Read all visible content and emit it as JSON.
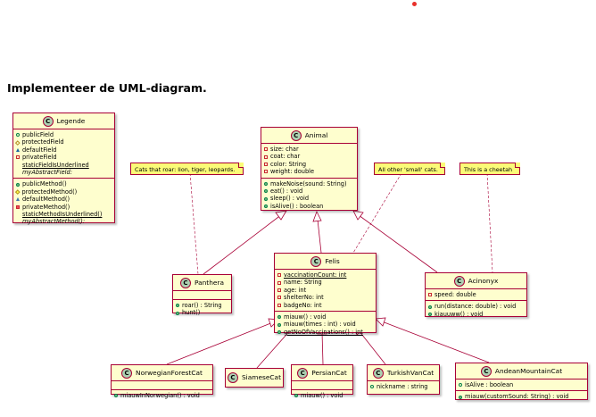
{
  "heading": "Implementeer de UML-diagram.",
  "colors": {
    "class_fill": "#fefece",
    "class_border": "#a80036",
    "note_fill": "#fbfb77",
    "badge": "#add1b2"
  },
  "badge_letter": "C",
  "classes": {
    "legende": {
      "name": "Legende",
      "fields": [
        {
          "vis": "pub",
          "text": "publicField"
        },
        {
          "vis": "prot",
          "text": "protectedField"
        },
        {
          "vis": "pkg",
          "text": "defaultField"
        },
        {
          "vis": "priv",
          "text": "privateField"
        },
        {
          "vis": "none",
          "text": "staticFieldIsUnderlined",
          "underline": true
        },
        {
          "vis": "none",
          "text": "myAbstractField:",
          "italic": true
        }
      ],
      "methods": [
        {
          "vis": "pub",
          "text": "publicMethod()"
        },
        {
          "vis": "prot",
          "text": "protectedMethod()"
        },
        {
          "vis": "pkg",
          "text": "defaultMethod()"
        },
        {
          "vis": "priv",
          "text": "privateMethod()"
        },
        {
          "vis": "none",
          "text": "staticMethodIsUnderlined()",
          "underline": true
        },
        {
          "vis": "none",
          "text": "myAbstractMethod():",
          "italic": true
        }
      ]
    },
    "animal": {
      "name": "Animal",
      "fields": [
        {
          "vis": "priv",
          "text": "size: char"
        },
        {
          "vis": "priv",
          "text": "coat: char"
        },
        {
          "vis": "priv",
          "text": "color: String"
        },
        {
          "vis": "priv",
          "text": "weight: double"
        }
      ],
      "methods": [
        {
          "vis": "pub",
          "text": "makeNoise(sound: String)"
        },
        {
          "vis": "pub",
          "text": "eat() : void"
        },
        {
          "vis": "pub",
          "text": "sleep() : void"
        },
        {
          "vis": "pub",
          "text": "isAlive() : boolean"
        }
      ]
    },
    "panthera": {
      "name": "Panthera",
      "fields": [],
      "methods": [
        {
          "vis": "pub",
          "text": "roar() : String"
        },
        {
          "vis": "pub",
          "text": "hunt()"
        }
      ]
    },
    "felis": {
      "name": "Felis",
      "fields": [
        {
          "vis": "priv",
          "text": "vaccinationCount: int",
          "underline": true
        },
        {
          "vis": "priv",
          "text": "name: String"
        },
        {
          "vis": "priv",
          "text": "age: int"
        },
        {
          "vis": "priv",
          "text": "shelterNo: int"
        },
        {
          "vis": "priv",
          "text": "badgeNo: int"
        }
      ],
      "methods": [
        {
          "vis": "pub",
          "text": "miauw() : void"
        },
        {
          "vis": "pub",
          "text": "miauw(times : int) : void"
        },
        {
          "vis": "pub",
          "text": "getNoOfVaccinations() : int",
          "underline": true
        }
      ]
    },
    "acinonyx": {
      "name": "Acinonyx",
      "fields": [
        {
          "vis": "priv",
          "text": "speed: double"
        }
      ],
      "methods": [
        {
          "vis": "pub",
          "text": "run(distance: double) : void"
        },
        {
          "vis": "pub",
          "text": "kiauuww() : void"
        }
      ]
    },
    "norwegian": {
      "name": "NorwegianForestCat",
      "fields": [],
      "methods": [
        {
          "vis": "pub",
          "text": "miauwInNorwegian() : void"
        }
      ]
    },
    "siamese": {
      "name": "SiameseCat",
      "fields": [],
      "methods": []
    },
    "persian": {
      "name": "PersianCat",
      "fields": [],
      "methods": [
        {
          "vis": "pub",
          "text": "miauw() : void"
        }
      ]
    },
    "turkish": {
      "name": "TurkishVanCat",
      "fields": [
        {
          "vis": "pub",
          "text": "nickname : string"
        }
      ],
      "methods": []
    },
    "andean": {
      "name": "AndeanMountainCat",
      "fields": [
        {
          "vis": "pub",
          "text": "isAlive : boolean"
        }
      ],
      "methods": [
        {
          "vis": "pub",
          "text": "miauw(customSound: String) : void"
        }
      ]
    }
  },
  "notes": {
    "roar": "Cats that roar: lion, tiger, leopards.",
    "small": "All other 'small' cats.",
    "cheetah": "This is a cheetah"
  }
}
